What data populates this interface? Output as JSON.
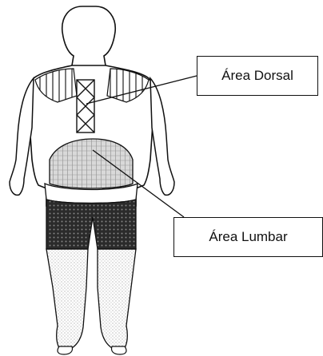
{
  "labels": {
    "dorsal": "Área Dorsal",
    "lumbar": "Área Lumbar"
  },
  "colors": {
    "line": "#111111",
    "background": "#ffffff",
    "dark_fill": "#2a2a2a",
    "light_dot": "#9a9a9a"
  },
  "icons": {
    "figure": "human-back-view-figure"
  }
}
